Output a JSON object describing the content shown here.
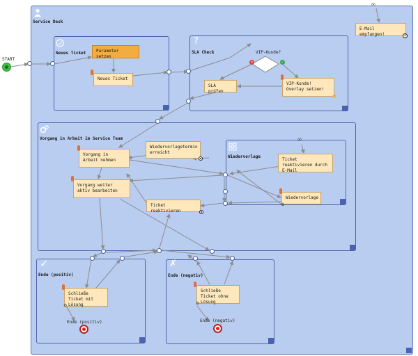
{
  "start": {
    "label": "START"
  },
  "lanes": {
    "service_desk": "Service Desk",
    "neues_ticket": "Neues Ticket",
    "sla_check": "SLA Check",
    "vorgang": "Vorgang in Arbeit im Service Team",
    "wiedervorlage": "Wiedervorlage",
    "ende_positiv": "Ende (positiv)",
    "ende_negativ": "Ende (negativ)"
  },
  "tasks": {
    "parameter_setzen": "Parameter setzen",
    "neues_ticket": "Neues Ticket",
    "sla_pruefen": "SLA prüfen",
    "vip_overlay": "VIP-Kunde! Overlay setzen!",
    "email_empfangen": "E-Mail empfangen!",
    "vorgang_nehmen": "Vorgang in Arbeit nehmen",
    "wiedervorlagetermin": "Wiedervorlagetermin erreicht",
    "vorgang_weiter": "Vorgang weiter aktiv bearbeiten",
    "ticket_reaktivieren": "Ticket reaktivieren",
    "ticket_reaktivieren_email": "Ticket reaktivieren durch E-Mail",
    "wiedervorlage": "Wiedervorlage",
    "schliesse_loesung": "Schließe Ticket mit Lösung",
    "schliesse_ohne": "Schließe Ticket ohne Lösung"
  },
  "gateway": {
    "label": "VIP-Kunde?"
  },
  "end_events": {
    "positiv": "Ende (positiv)",
    "negativ": "Ende (negativ)"
  },
  "colors": {
    "lane": "#b9cdf0",
    "task": "#fde7bb",
    "active_task": "#f2ad3e",
    "edge": "#8c8c8c"
  }
}
